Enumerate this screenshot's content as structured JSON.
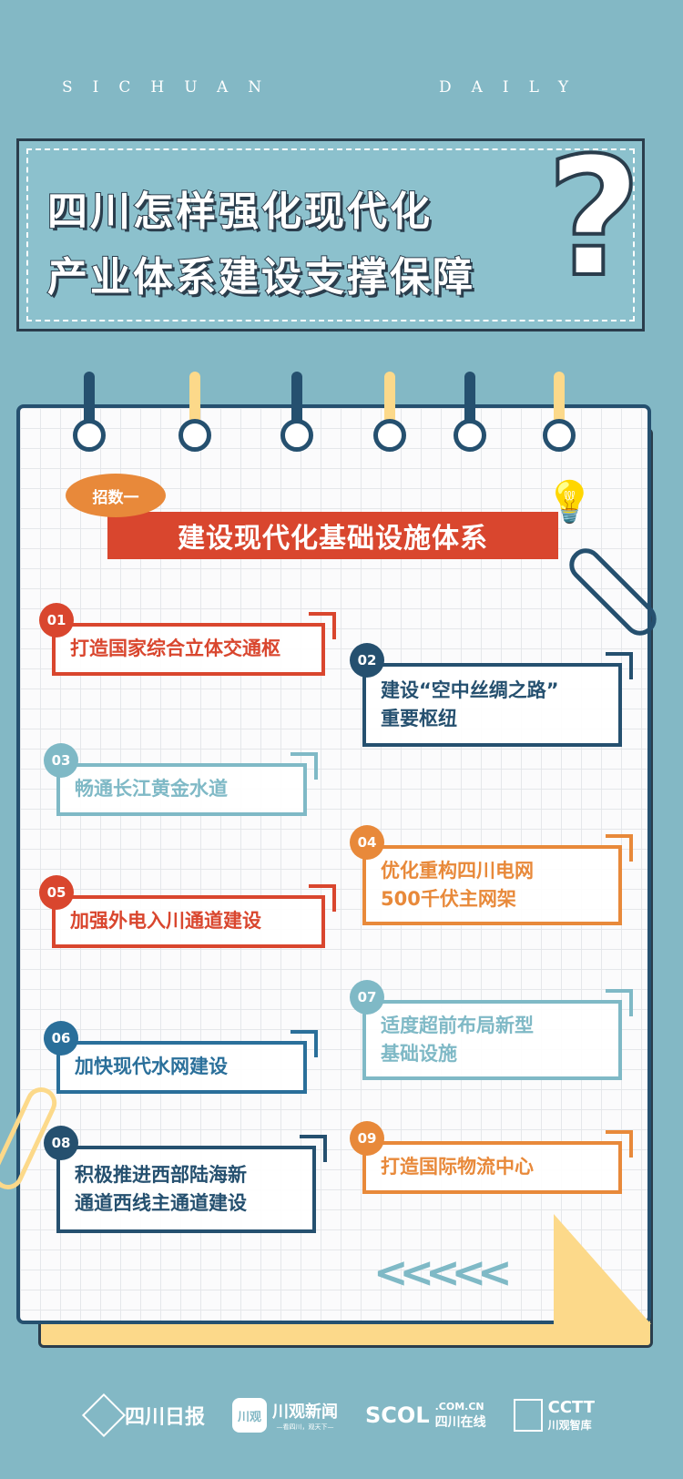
{
  "header": {
    "brand_left": "SICHUAN",
    "brand_right": "DAILY"
  },
  "title": {
    "line1": "四川怎样强化现代化",
    "line2": "产业体系建设支撑保障",
    "mark": "?"
  },
  "section": {
    "tag": "招数一",
    "heading": "建设现代化基础设施体系"
  },
  "items": [
    {
      "num": "01",
      "lines": [
        "打造国家综合立体交通枢"
      ]
    },
    {
      "num": "02",
      "lines": [
        "建设“空中丝绸之路”",
        "重要枢纽"
      ]
    },
    {
      "num": "03",
      "lines": [
        "畅通长江黄金水道"
      ]
    },
    {
      "num": "04",
      "lines": [
        "优化重构四川电网",
        "500千伏主网架"
      ]
    },
    {
      "num": "05",
      "lines": [
        "加强外电入川通道建设"
      ]
    },
    {
      "num": "06",
      "lines": [
        "加快现代水网建设"
      ]
    },
    {
      "num": "07",
      "lines": [
        "适度超前布局新型",
        "基础设施"
      ]
    },
    {
      "num": "08",
      "lines": [
        "积极推进西部陆海新",
        "通道西线主通道建设"
      ]
    },
    {
      "num": "09",
      "lines": [
        "打造国际物流中心"
      ]
    }
  ],
  "footer": {
    "logos": [
      {
        "name": "四川日报"
      },
      {
        "name": "川观新闻",
        "icon_text": "川观",
        "slogan": "—看四川，观天下—"
      },
      {
        "name": "SCOL",
        "sub1": ".COM.CN",
        "sub2": "四川在线"
      },
      {
        "name": "CCTT",
        "sub": "川观智库"
      }
    ]
  },
  "colors": {
    "bg": "#83b8c5",
    "red": "#d9462e",
    "navy": "#25506f",
    "teal": "#7fb9c6",
    "orange": "#e8893a",
    "yellow": "#fcd98a"
  }
}
